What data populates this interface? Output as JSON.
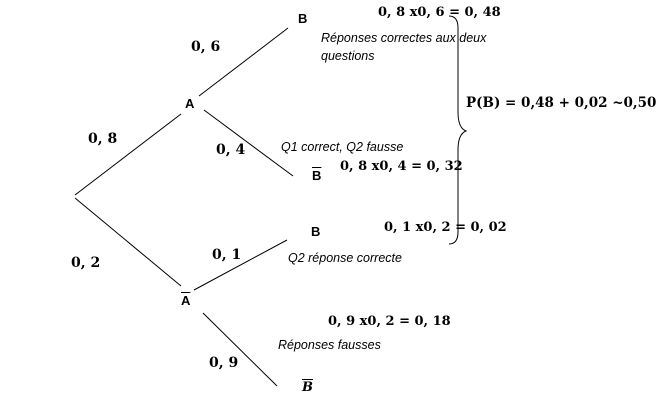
{
  "nodes": {
    "A": "A",
    "A_bar": "A",
    "B_top": "B",
    "B_bar_top": "B",
    "B_bottom": "B",
    "B_bar_bottom": "B"
  },
  "probabilities": {
    "A": "0, 8",
    "A_bar": "0, 2",
    "B_given_A": "0, 6",
    "Bbar_given_A": "0, 4",
    "B_given_Abar": "0, 1",
    "Bbar_given_Abar": "0, 9"
  },
  "products": {
    "AB": "0, 8 x0, 6 = 0, 48",
    "ABbar": "0, 8 x0, 4 = 0, 32",
    "AbarB": "0, 1 x0, 2 = 0, 02",
    "AbarBbar": "0, 9 x0, 2 = 0, 18"
  },
  "annotations": {
    "both_correct_line1": "Réponses correctes aux deux",
    "both_correct_line2": "questions",
    "q1_correct_q2_false": "Q1  correct, Q2 fausse",
    "q2_correct": "Q2 réponse correcte",
    "all_false": "Réponses fausses"
  },
  "total": {
    "formula": "P(B) = 0,48 + 0,02 ~0,50"
  }
}
